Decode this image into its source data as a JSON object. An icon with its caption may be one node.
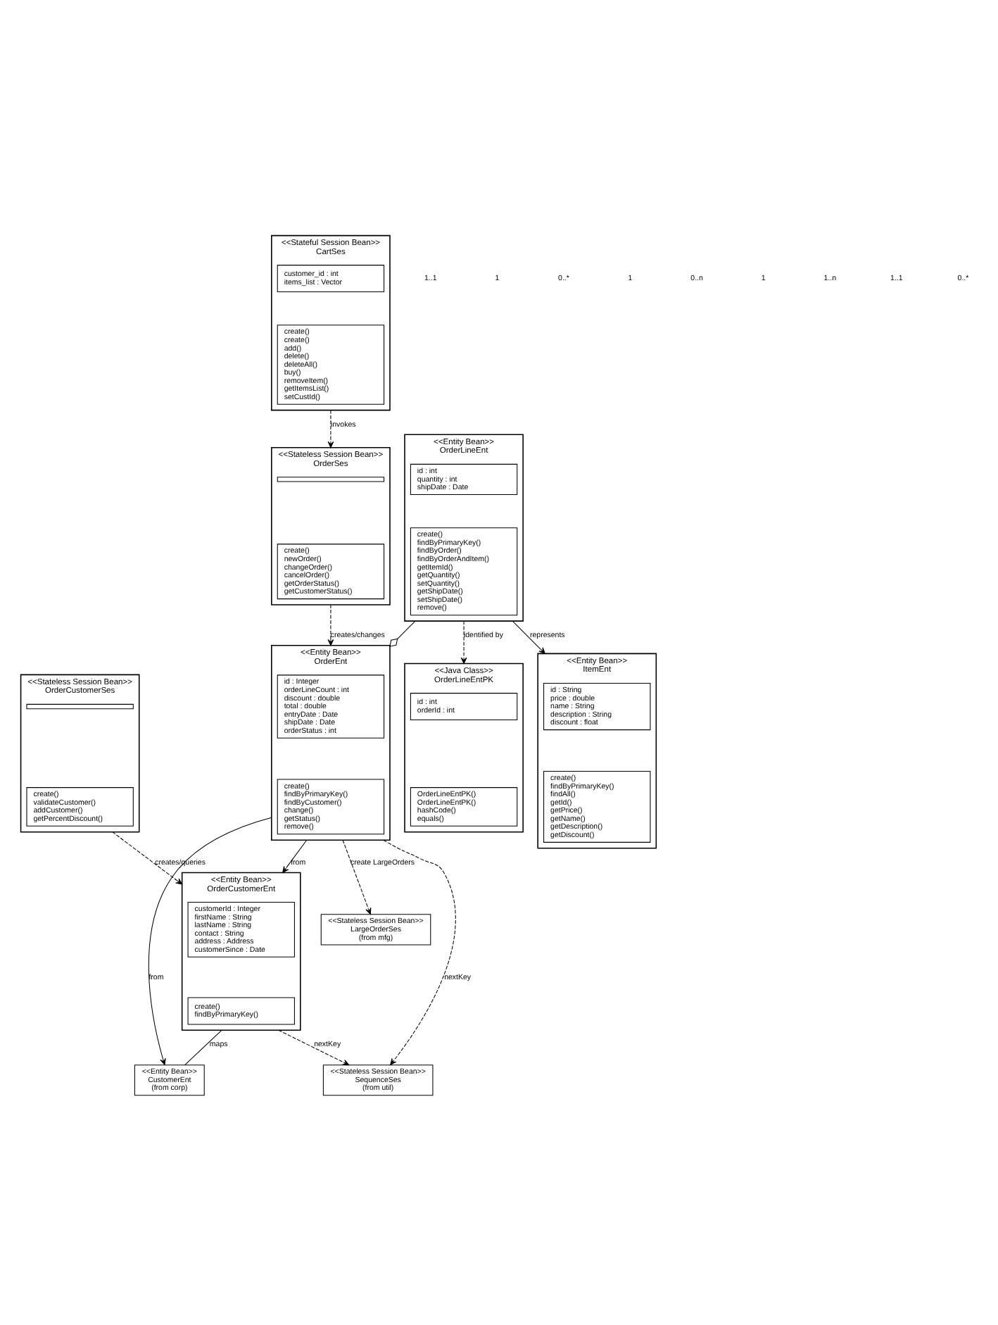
{
  "diagram": {
    "nodes": [
      {
        "text": [
          "<<Stateless Session Bean>>",
          "OrderCustomerSes"
        ]
      },
      {
        "text": [],
        "shape": "box",
        "in": 0
      },
      {
        "text": [
          "create()",
          "validateCustomer()",
          "addCustomer()",
          "getPercentDiscount()"
        ],
        "in": 0
      },
      {
        "text": [
          "<<Stateful Session Bean>>",
          "CartSes"
        ]
      },
      {
        "text": [
          "customer_id : int",
          "items_list : Vector"
        ],
        "in": 3
      },
      {
        "text": [
          "create()",
          "create()",
          "add()",
          "delete()",
          "deleteAll()",
          "buy()",
          "removeItem()",
          "getItemsList()",
          "setCustId()"
        ],
        "in": 3
      },
      {
        "text": [
          "<<Stateless Session Bean>>",
          "SequenceSes",
          "(from util)"
        ]
      },
      {
        "text": [
          "<<Entity Bean>>",
          "OrderCustomerEnt"
        ]
      },
      {
        "text": [
          "customerId : Integer",
          "firstName : String",
          "lastName : String",
          "contact : String",
          "address : Address",
          "customerSince : Date"
        ],
        "in": 7
      },
      {
        "text": [
          "create()",
          "findByPrimaryKey()"
        ],
        "in": 7
      },
      {
        "text": [
          "<<Entity Bean>>",
          "OrderEnt"
        ]
      },
      {
        "text": [
          "id : Integer",
          "orderLineCount : int",
          "discount : double",
          "total : double",
          "entryDate : Date",
          "shipDate : Date",
          "orderStatus : int"
        ],
        "in": 10
      },
      {
        "text": [
          "create()",
          "findByPrimaryKey()",
          "findByCustomer()",
          "change()",
          "getStatus()",
          "remove()"
        ],
        "in": 10
      },
      {
        "text": [
          "<<Stateless Session Bean>>",
          "OrderSes"
        ]
      },
      {
        "text": [],
        "shape": "box",
        "in": 13
      },
      {
        "text": [
          "create()",
          "newOrder()",
          "changeOrder()",
          "cancelOrder()",
          "getOrderStatus()",
          "getCustomerStatus()"
        ],
        "in": 13
      },
      {
        "text": [
          "<<Entity Bean>>",
          "CustomerEnt",
          "(from corp)"
        ]
      },
      {
        "text": [
          "<<Stateless Session Bean>>",
          "LargeOrderSes",
          "(from mfg)"
        ]
      },
      {
        "text": [
          "<<Entity Bean>>",
          "ItemEnt"
        ]
      },
      {
        "text": [
          "id : String",
          "price : double",
          "name : String",
          "description : String",
          "discount : float"
        ],
        "in": 18
      },
      {
        "text": [
          "create()",
          "findByPrimaryKey()",
          "findAll()",
          "getId()",
          "getPrice()",
          "getName()",
          "getDescription()",
          "getDiscount()"
        ],
        "in": 18
      },
      {
        "text": [
          "<<Entity Bean>>",
          "OrderLineEnt"
        ]
      },
      {
        "text": [
          "id : int",
          "quantity : int",
          "shipDate : Date"
        ],
        "in": 21
      },
      {
        "text": [
          "create()",
          "findByPrimaryKey()",
          "findByOrder()",
          "findByOrderAndItem()",
          "getItemId()",
          "getQuantity()",
          "setQuantity()",
          "getShipDate()",
          "setShipDate()",
          "remove()"
        ],
        "in": 21
      },
      {
        "text": [
          "<<Java Class>>",
          "OrderLineEntPK"
        ]
      },
      {
        "text": [
          "id : int",
          "orderId : int"
        ],
        "in": 24
      },
      {
        "text": [
          "OrderLineEntPK()",
          "OrderLineEntPK()",
          "hashCode()",
          "equals()"
        ],
        "in": 24
      }
    ],
    "edges": [
      {
        "from": 0,
        "to": 7,
        "arrow": "to",
        "style": "dashed",
        "label": "creates/queries"
      },
      {
        "from": 7,
        "to": 6,
        "arrow": "to",
        "style": "dashed",
        "label": "nextKey"
      },
      {
        "from": 10,
        "to": 6,
        "arrow": "to",
        "style": "dashed",
        "label": "nextKey"
      },
      {
        "from": 3,
        "to": 13,
        "arrow": "to",
        "style": "dashed",
        "label": "invokes"
      },
      {
        "from": 13,
        "to": 10,
        "arrow": "to",
        "style": "dashed",
        "label": "creates/changes"
      },
      {
        "from": 10,
        "to": 7,
        "arrow": "to",
        "label": "from"
      },
      {
        "from": 10,
        "to": 16,
        "arrow": "to",
        "label": "from"
      },
      {
        "from": 7,
        "to": 16,
        "arrow": "none",
        "label": "maps"
      },
      {
        "from": 10,
        "to": 17,
        "arrow": "to",
        "style": "dashed",
        "label": "create LargeOrders"
      },
      {
        "from": 21,
        "to": 10,
        "arrow": "other"
      },
      {
        "from": 21,
        "to": 18,
        "arrow": "to",
        "label": "represents"
      },
      {
        "from": 21,
        "to": 24,
        "arrow": "to",
        "style": "dashed",
        "label": "identified by"
      }
    ],
    "labels": [
      "1..1",
      "1",
      "0..*",
      "1",
      "0..n",
      "1",
      "1..n",
      "1..1",
      "0..*"
    ]
  }
}
